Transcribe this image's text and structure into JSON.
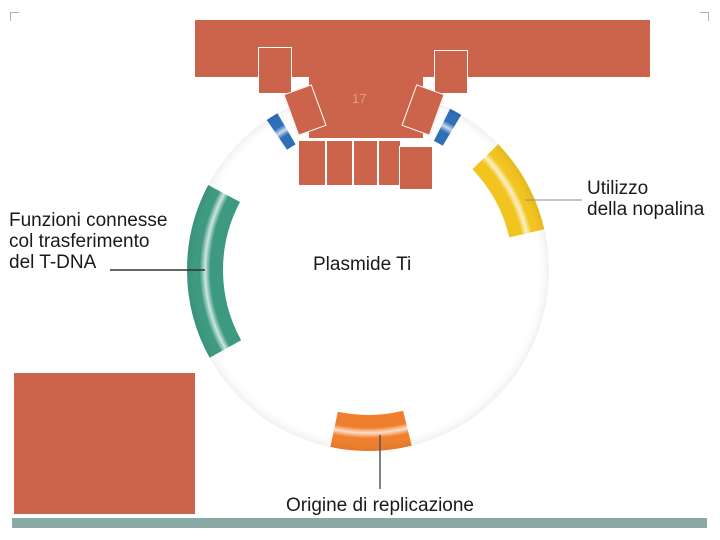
{
  "slide": {
    "page_number": "17"
  },
  "diagram": {
    "center_label": "Plasmide Ti",
    "labels": {
      "transfer": [
        "Funzioni connesse",
        "col trasferimento",
        "del T-DNA"
      ],
      "nopaline": [
        "Utilizzo",
        "della nopalina"
      ],
      "origin": "Origine di replicazione"
    },
    "colors": {
      "ring_base": "#e43d3f",
      "ring_highlight": "#f8d4d4",
      "transfer_segment": "#3d9a80",
      "nopaline_segment": "#f2c41f",
      "origin_segment": "#f07f2d",
      "border_markers": "#2e6fb8",
      "occluding_blocks": "#cc644b"
    }
  }
}
